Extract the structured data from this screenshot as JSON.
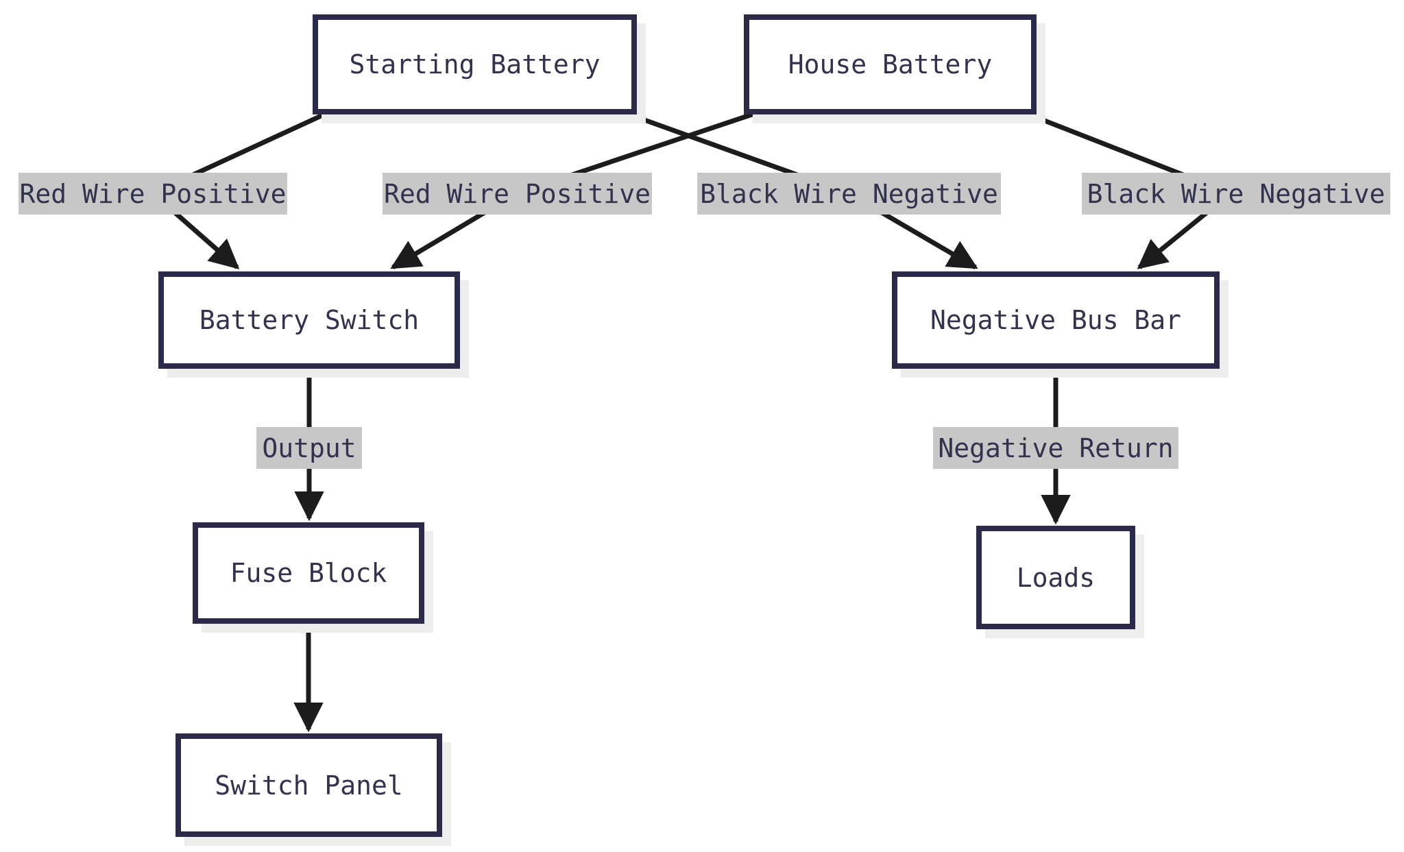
{
  "diagram": {
    "type": "flowchart",
    "direction": "top-down",
    "subject": "Boat battery wiring",
    "nodes": [
      {
        "id": "starting-battery",
        "label": "Starting Battery"
      },
      {
        "id": "house-battery",
        "label": "House Battery"
      },
      {
        "id": "battery-switch",
        "label": "Battery Switch"
      },
      {
        "id": "negative-bus-bar",
        "label": "Negative Bus Bar"
      },
      {
        "id": "fuse-block",
        "label": "Fuse Block"
      },
      {
        "id": "switch-panel",
        "label": "Switch Panel"
      },
      {
        "id": "loads",
        "label": "Loads"
      }
    ],
    "edges": [
      {
        "from": "Starting Battery",
        "to": "Battery Switch",
        "label": "Red Wire Positive"
      },
      {
        "from": "House Battery",
        "to": "Battery Switch",
        "label": "Red Wire Positive"
      },
      {
        "from": "Starting Battery",
        "to": "Negative Bus Bar",
        "label": "Black Wire Negative"
      },
      {
        "from": "House Battery",
        "to": "Negative Bus Bar",
        "label": "Black Wire Negative"
      },
      {
        "from": "Battery Switch",
        "to": "Fuse Block",
        "label": "Output"
      },
      {
        "from": "Negative Bus Bar",
        "to": "Loads",
        "label": "Negative Return"
      },
      {
        "from": "Fuse Block",
        "to": "Switch Panel",
        "label": ""
      }
    ],
    "colors": {
      "background": "#ffffff",
      "node_fill": "#ffffff",
      "node_border": "#2b2b49",
      "text_ink": "#32324e",
      "edge_line": "#1c1c1c",
      "edge_label_background": "#c7c7c7",
      "node_shadow": "#ededed"
    }
  }
}
